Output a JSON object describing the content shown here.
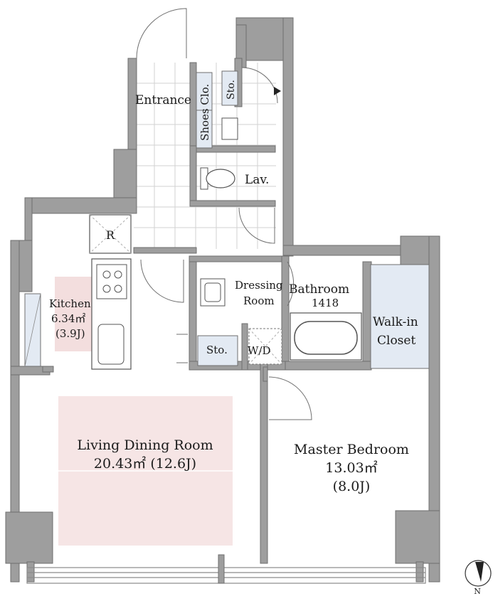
{
  "rooms": {
    "entrance": "Entrance",
    "shoes_closet": "Shoes Clo.",
    "storage_entrance": "Sto.",
    "lavatory": "Lav.",
    "refrigerator": "R",
    "kitchen": {
      "name": "Kitchen",
      "area": "6.34㎡",
      "tatami": "(3.9J)"
    },
    "dressing_room_line1": "Dressing",
    "dressing_room_line2": "Room",
    "bathroom": {
      "name": "Bathroom",
      "size": "1418"
    },
    "walk_in_closet_line1": "Walk-in",
    "walk_in_closet_line2": "Closet",
    "storage_dressing": "Sto.",
    "washer_dryer": "W/D",
    "living_dining": {
      "name": "Living Dining Room",
      "area_tatami": "20.43㎡ (12.6J)"
    },
    "master_bedroom": {
      "name": "Master Bedroom",
      "area": "13.03㎡",
      "tatami": "(8.0J)"
    }
  },
  "compass": {
    "label": "N"
  },
  "colors": {
    "wall": "#9e9e9e",
    "living_highlight": "#f6e5e5",
    "kitchen_highlight": "#f3dede",
    "storage_fill": "#e3eaf3",
    "tile_line": "#d2d2d2"
  }
}
